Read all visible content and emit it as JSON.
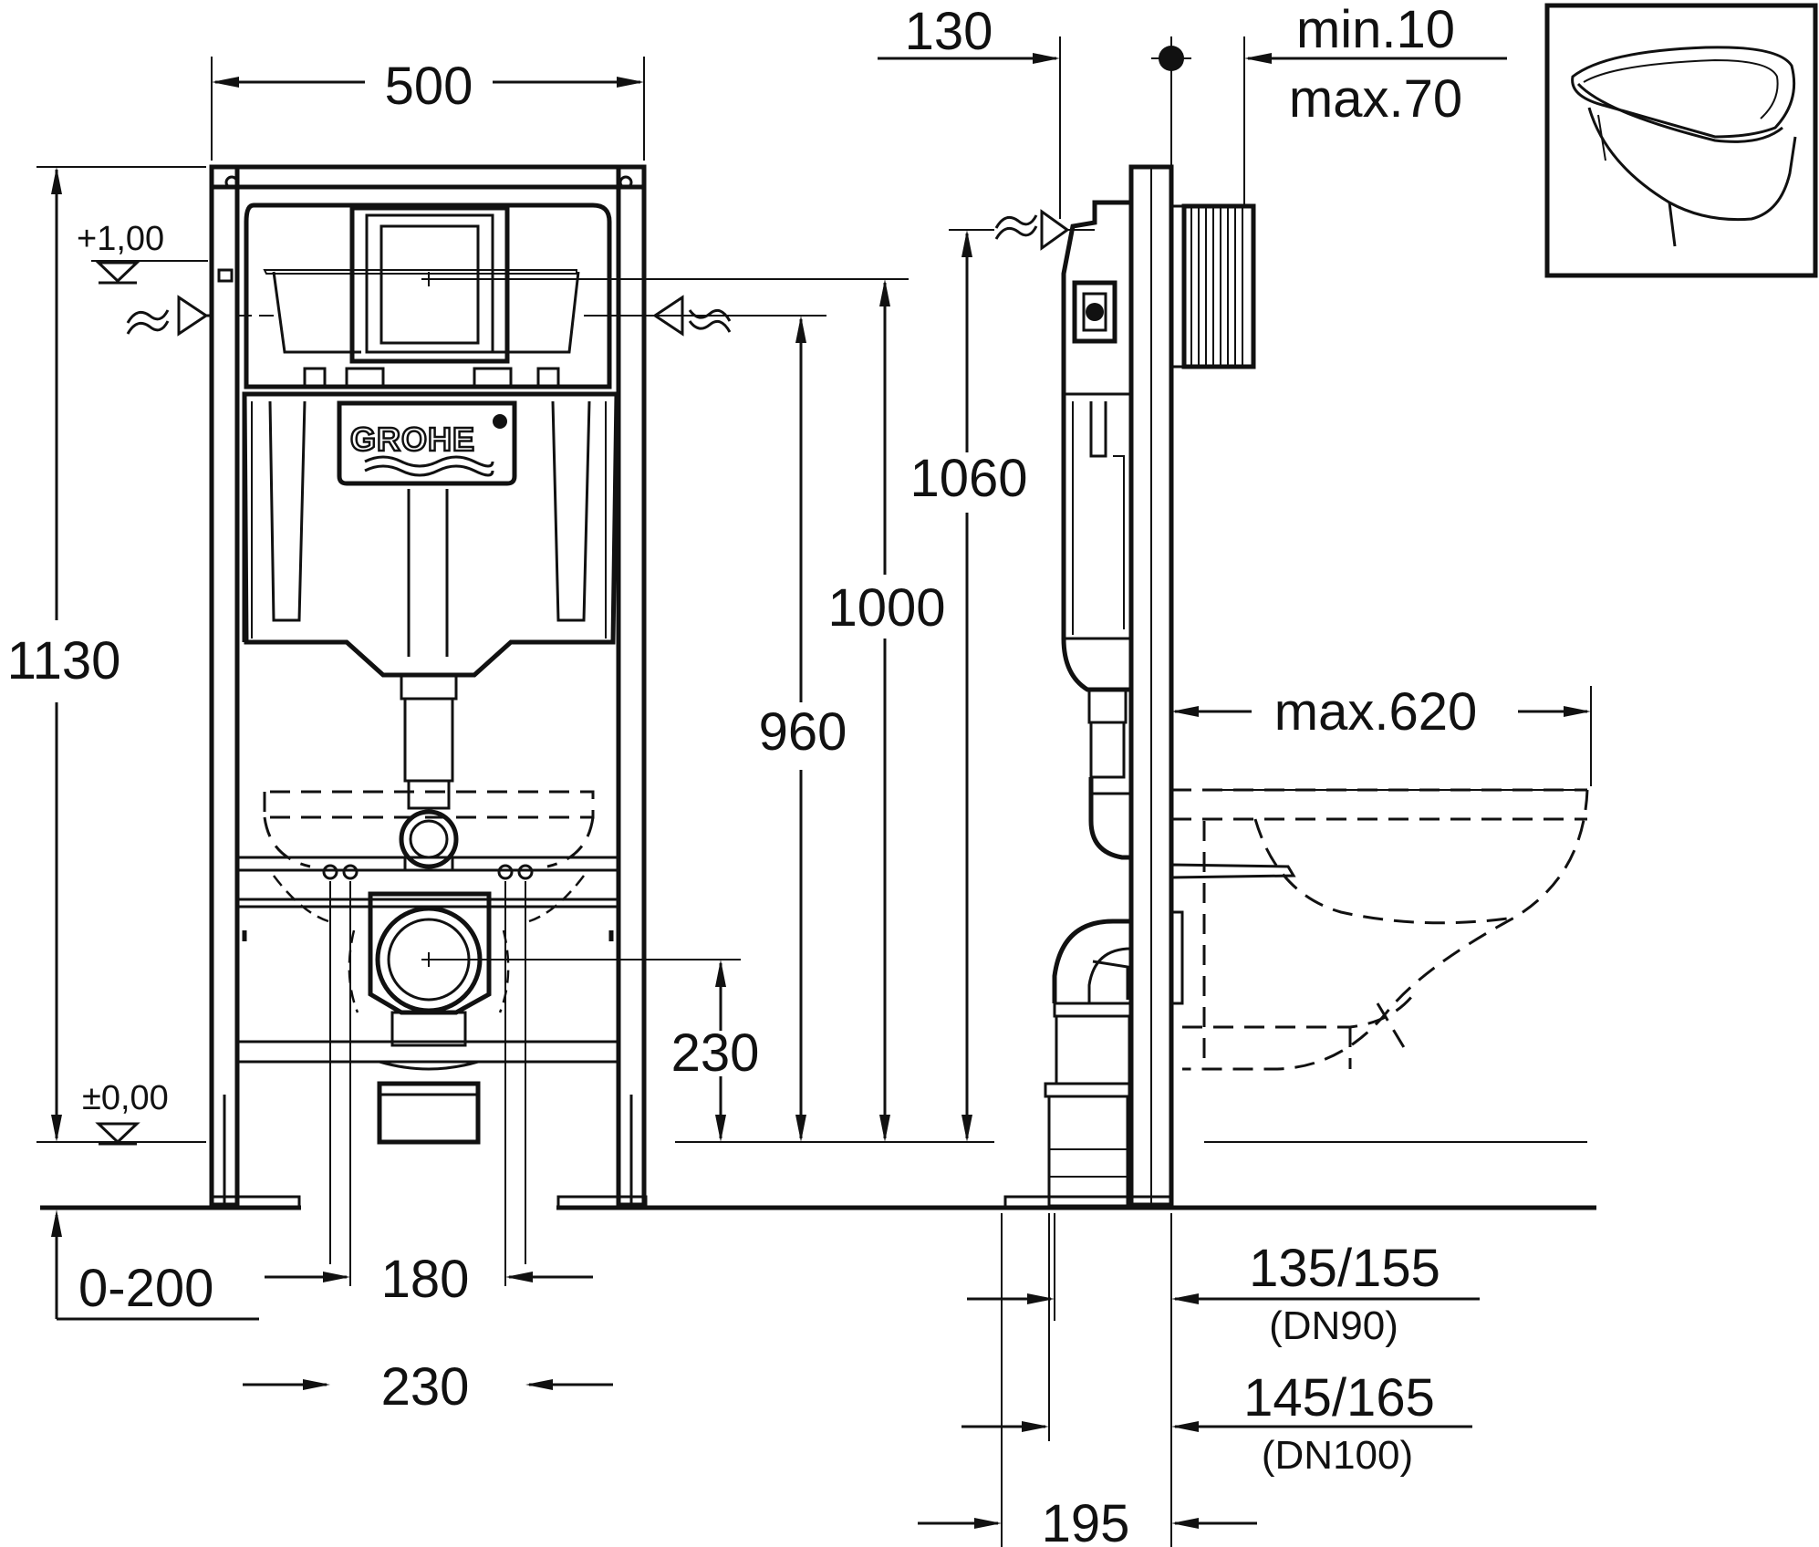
{
  "brand": {
    "logo_text": "GROHE"
  },
  "levels": {
    "top": "+1,00",
    "floor": "±0,00"
  },
  "dims": {
    "width_500": "500",
    "height_1130": "1130",
    "height_1060": "1060",
    "height_1000": "1000",
    "height_960": "960",
    "drain_230": "230",
    "floor_adj": "0-200",
    "bolt_180": "180",
    "bolt_230": "230",
    "depth_130": "130",
    "wall_min": "min.10",
    "wall_max": "max.70",
    "bowl_max": "max.620",
    "pipe_dn90": "135/155",
    "pipe_dn90_sub": "(DN90)",
    "pipe_dn100": "145/165",
    "pipe_dn100_sub": "(DN100)",
    "base_195": "195"
  },
  "colors": {
    "ink": "#111111",
    "paper": "#ffffff"
  },
  "icons": [
    "water-inlet-icon",
    "level-triangle-icon",
    "axis-mark-icon",
    "wall-toilet-thumbnail"
  ]
}
